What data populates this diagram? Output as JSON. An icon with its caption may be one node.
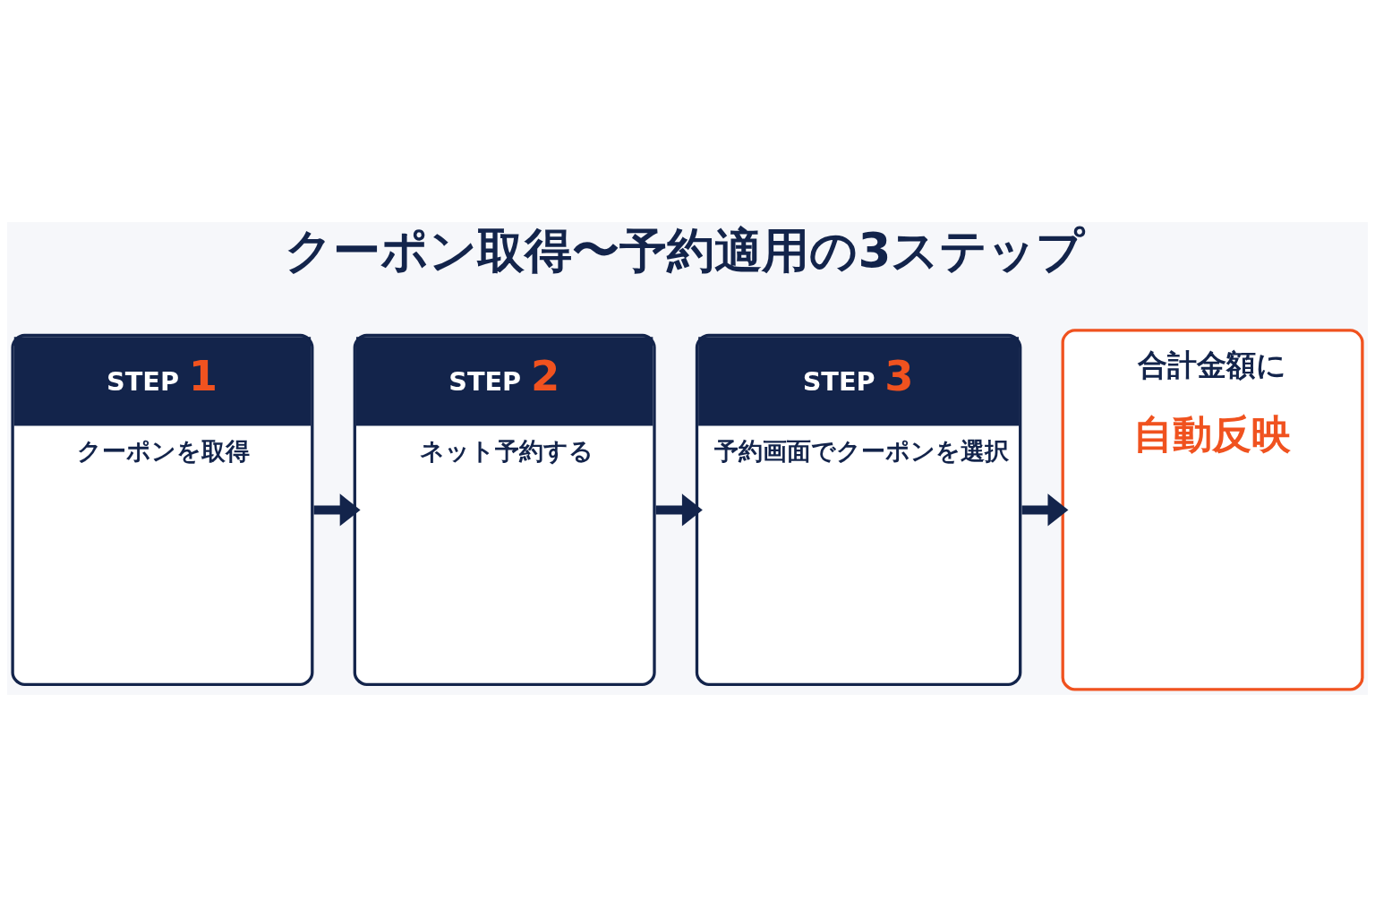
{
  "diagram": {
    "title": "クーポン取得〜予約適用の3ステップ",
    "nodes": [
      {
        "text": [
          "STEP 1",
          "クーポンを取得"
        ]
      },
      {
        "text": [
          "STEP 2",
          "ネット予約する"
        ]
      },
      {
        "text": [
          "STEP 3",
          "予約画面でクーポンを選択"
        ]
      },
      {
        "text": [
          "合計金額に",
          "自動反映"
        ]
      }
    ],
    "edges": [
      {
        "from": 0,
        "to": 1,
        "arrow": "to"
      },
      {
        "from": 1,
        "to": 2,
        "arrow": "to"
      },
      {
        "from": 2,
        "to": 3,
        "arrow": "to"
      }
    ]
  }
}
